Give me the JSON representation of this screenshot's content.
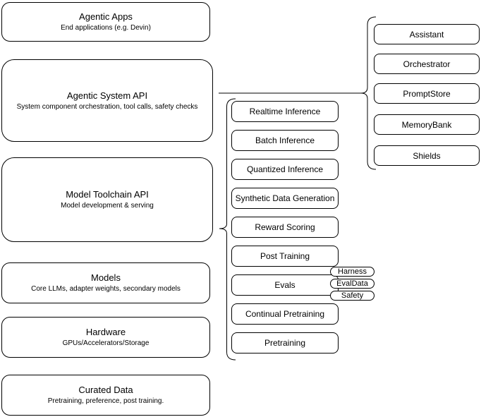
{
  "diagram": {
    "left_stack": [
      {
        "title": "Agentic Apps",
        "subtitle": "End applications (e.g. Devin)"
      },
      {
        "title": "Agentic System API",
        "subtitle": "System component orchestration, tool calls, safety checks"
      },
      {
        "title": "Model Toolchain API",
        "subtitle": "Model development & serving"
      },
      {
        "title": "Models",
        "subtitle": "Core LLMs, adapter weights, secondary models"
      },
      {
        "title": "Hardware",
        "subtitle": "GPUs/Accelerators/Storage"
      },
      {
        "title": "Curated Data",
        "subtitle": "Pretraining, preference, post training."
      }
    ],
    "toolchain_components": [
      "Realtime Inference",
      "Batch Inference",
      "Quantized Inference",
      "Synthetic Data Generation",
      "Reward Scoring",
      "Post Training",
      "Evals",
      "Continual Pretraining",
      "Pretraining"
    ],
    "eval_badges": [
      "Harness",
      "EvalData",
      "Safety"
    ],
    "system_components": [
      "Assistant",
      "Orchestrator",
      "PromptStore",
      "MemoryBank",
      "Shields"
    ],
    "colors": {
      "stroke": "#000000",
      "fill": "#ffffff",
      "background": "#ffffff"
    }
  }
}
